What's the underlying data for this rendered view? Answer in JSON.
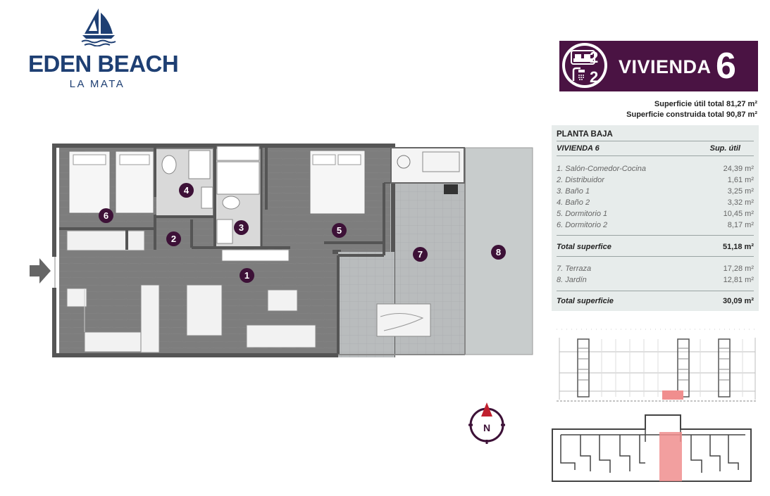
{
  "logo": {
    "title": "EDEN BEACH",
    "subtitle": "LA MATA",
    "icon": "sailboat-icon",
    "color": "#1e3f73"
  },
  "badge": {
    "bedrooms": "2",
    "bathrooms": "2",
    "label": "VIVIENDA",
    "number": "6",
    "color": "#4a1343"
  },
  "surfaces": {
    "util_total": "Superficie útil total 81,27 m²",
    "construida_total": "Superficie construida total 90,87 m²"
  },
  "table": {
    "heading": "PLANTA BAJA",
    "subheading": "VIVIENDA 6",
    "column_label": "Sup. útil",
    "interior_rows": [
      {
        "name": "1. Salón-Comedor-Cocina",
        "value": "24,39 m²"
      },
      {
        "name": "2. Distribuidor",
        "value": "1,61 m²"
      },
      {
        "name": "3. Baño 1",
        "value": "3,25 m²"
      },
      {
        "name": "4. Baño 2",
        "value": "3,32 m²"
      },
      {
        "name": "5. Dormitorio 1",
        "value": "10,45 m²"
      },
      {
        "name": "6. Dormitorio 2",
        "value": "8,17 m²"
      }
    ],
    "interior_total": {
      "name": "Total superfice",
      "value": "51,18 m²"
    },
    "exterior_rows": [
      {
        "name": "7. Terraza",
        "value": "17,28 m²"
      },
      {
        "name": "8. Jardín",
        "value": "12,81 m²"
      }
    ],
    "exterior_total": {
      "name": "Total superficie",
      "value": "30,09 m²"
    },
    "background": "#e7eceb"
  },
  "plan": {
    "room_numbers": [
      "1",
      "2",
      "3",
      "4",
      "5",
      "6",
      "7",
      "8"
    ],
    "floor_color": "#7d7d7d",
    "terrace_color": "#b9bcbd",
    "garden_color": "#c8cccc",
    "entrance_icon": "entrance-arrow-icon"
  },
  "compass": {
    "letter": "N",
    "icon": "compass-north-icon"
  },
  "highlight_color": "#f08e8e"
}
